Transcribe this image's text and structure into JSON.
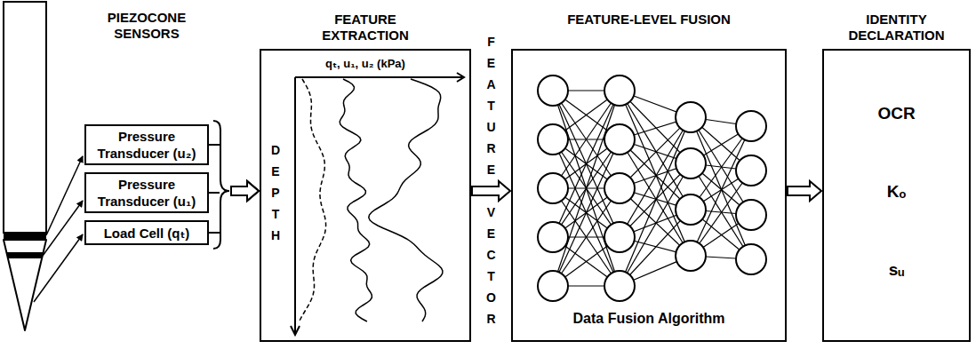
{
  "diagram": {
    "nodes": [
      {
        "text": [
          "Pressure Transducer (u₂)"
        ]
      },
      {
        "text": [
          "Pressure Transducer (u₁)"
        ]
      },
      {
        "text": [
          "Load Cell (qₜ)"
        ]
      },
      {
        "text": [
          "FEATURE EXTRACTION",
          "qₜ, u₁, u₂ (kPa)",
          "DEPTH"
        ]
      },
      {
        "text": [
          "FEATURE-LEVEL FUSION",
          "Data Fusion Algorithm"
        ]
      },
      {
        "text": [
          "IDENTITY DECLARATION",
          "OCR",
          "Kₒ",
          "sᵤ"
        ]
      }
    ],
    "edges": [
      {
        "from": 0,
        "to": 3,
        "arrow": "to"
      },
      {
        "from": 1,
        "to": 3,
        "arrow": "to"
      },
      {
        "from": 2,
        "to": 3,
        "arrow": "to"
      },
      {
        "from": 3,
        "to": 4,
        "label": "FEATURE VECTOR",
        "arrow": "to"
      },
      {
        "from": 4,
        "to": 5,
        "arrow": "to"
      }
    ],
    "labels": [
      "PIEZOCONE SENSORS"
    ]
  }
}
